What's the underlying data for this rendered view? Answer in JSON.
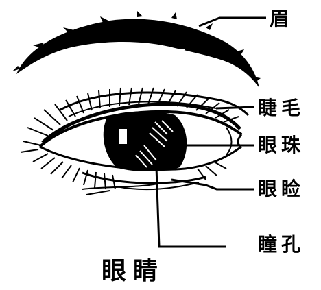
{
  "labels": {
    "eyebrow": "眉",
    "eyelash": "睫毛",
    "eyeball": "眼珠",
    "eyelid": "眼睑",
    "pupil": "瞳孔"
  },
  "title": "眼睛",
  "colors": {
    "ink": "#000000",
    "paper": "#ffffff"
  }
}
